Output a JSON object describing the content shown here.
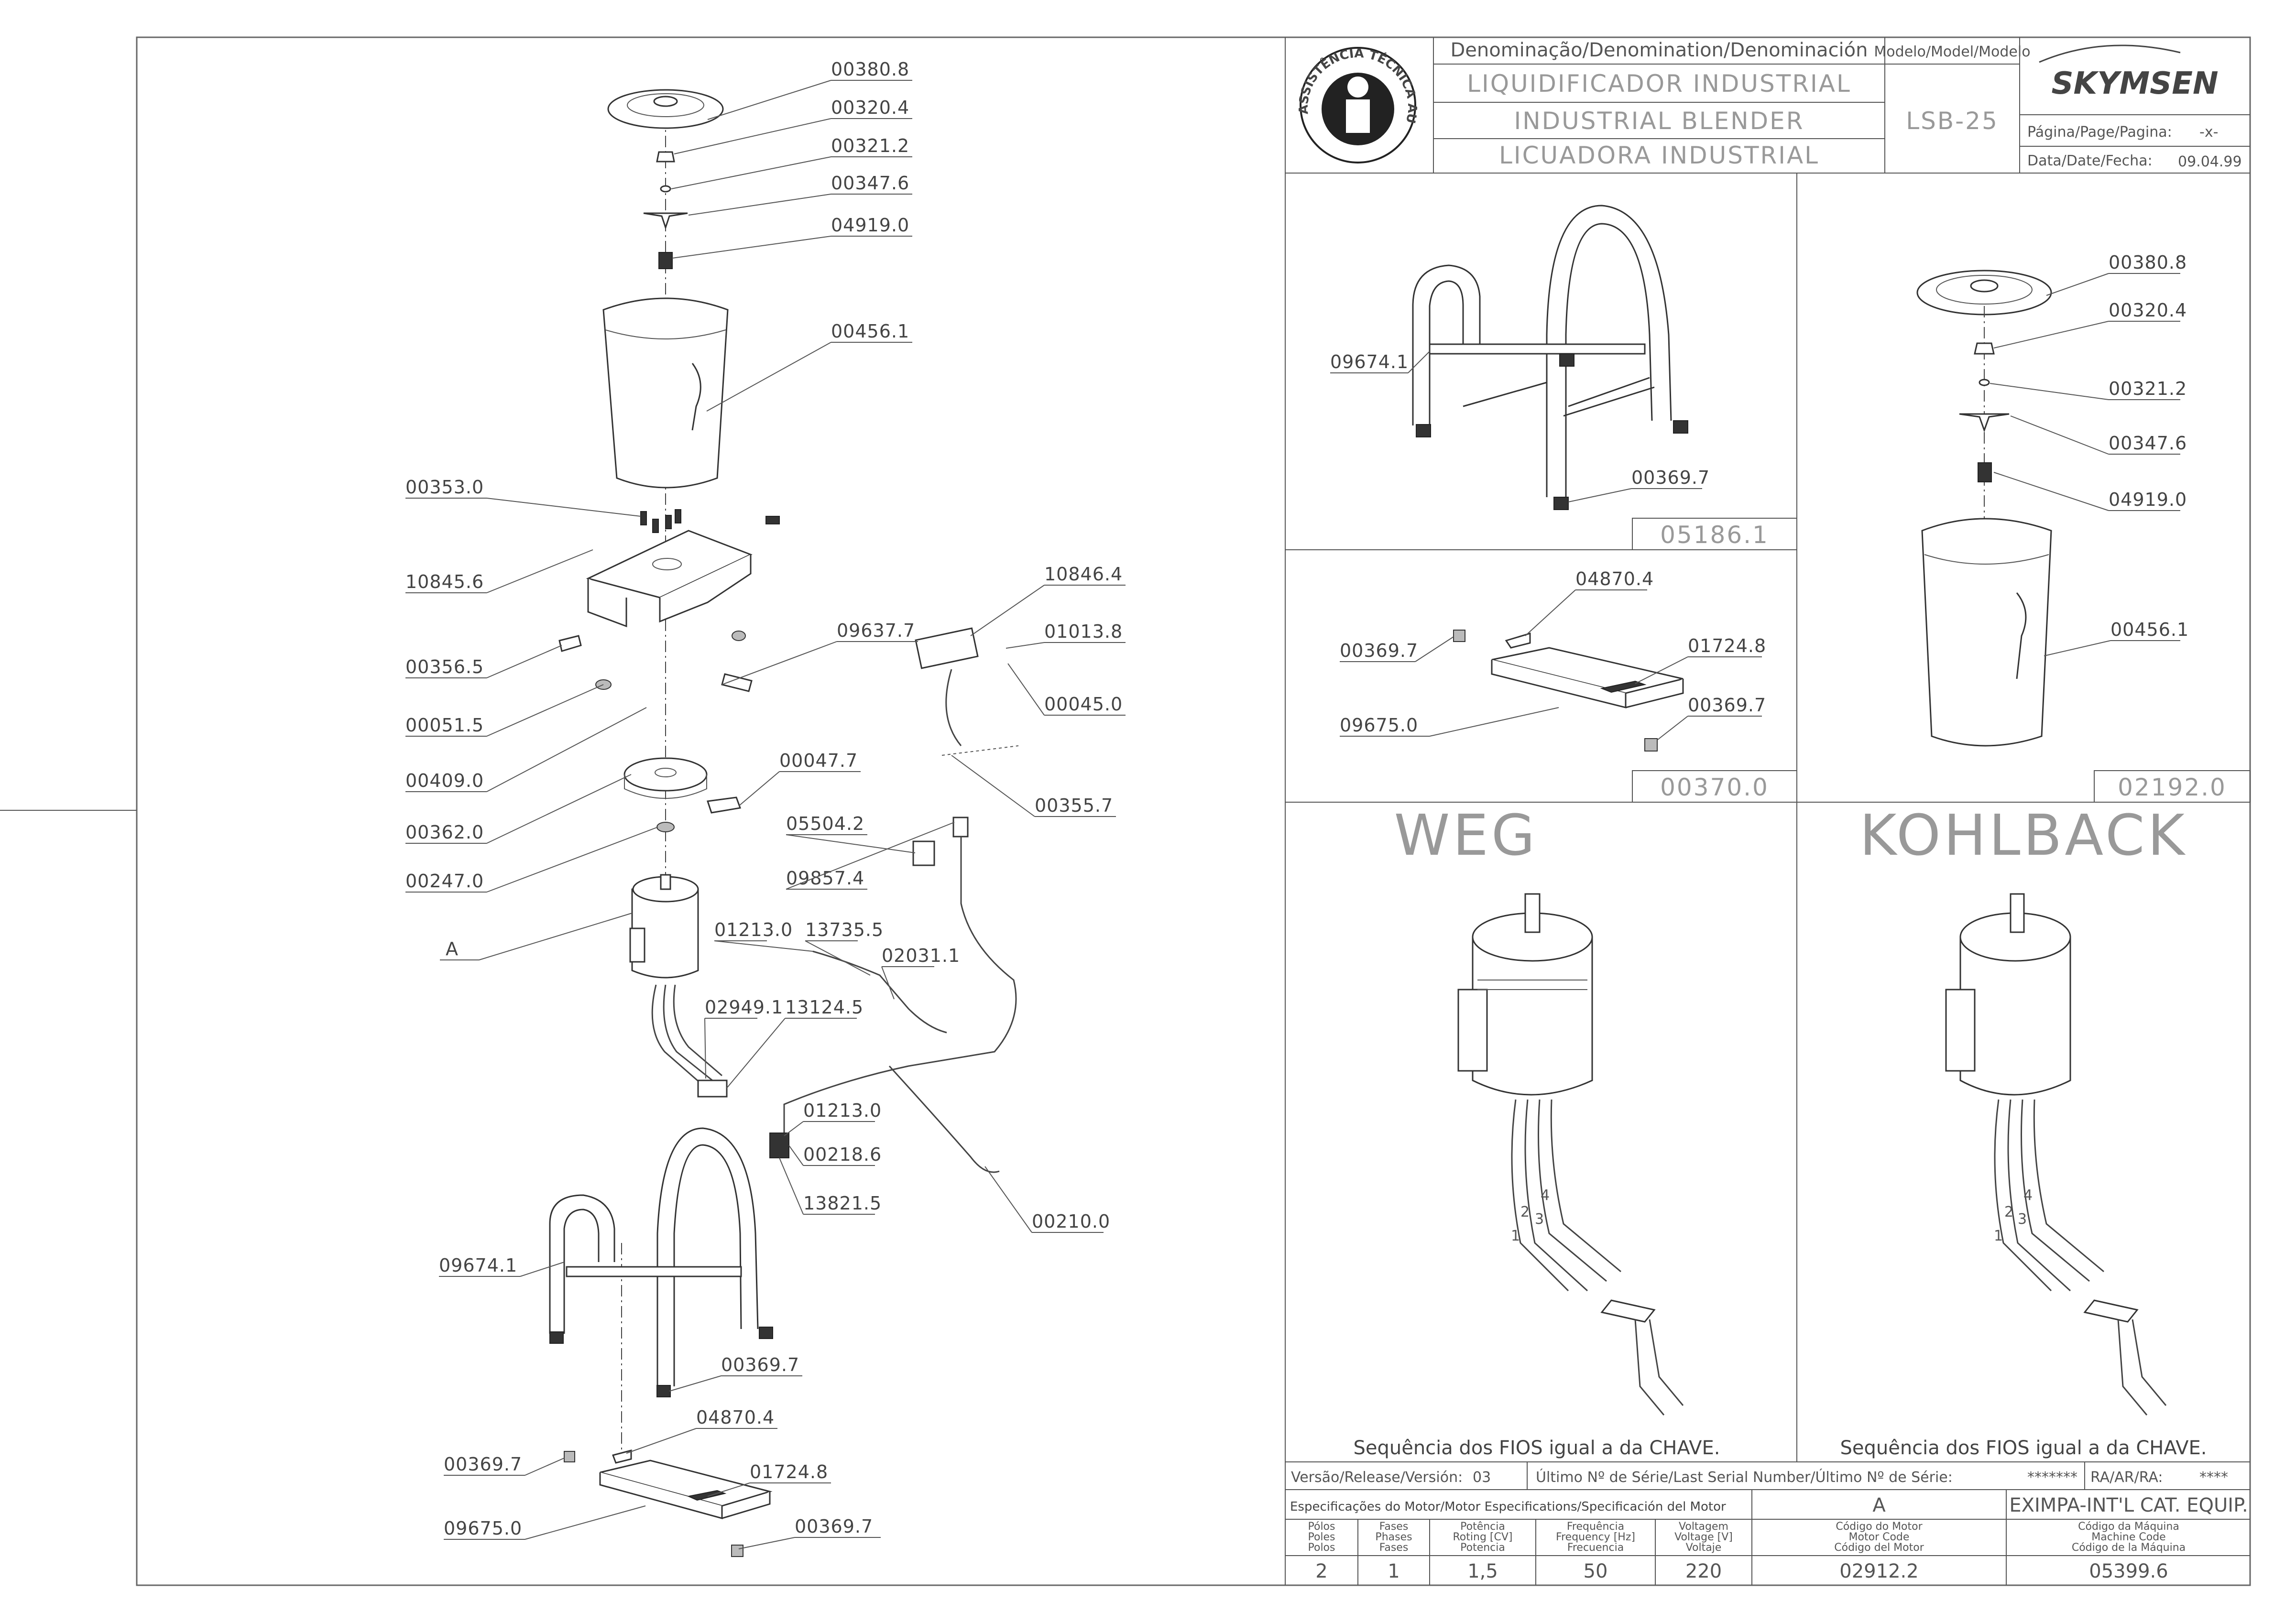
{
  "title_block": {
    "denomination_header": "Denominação/Denomination/Denominación",
    "name_pt": "LIQUIDIFICADOR INDUSTRIAL",
    "name_en": "INDUSTRIAL BLENDER",
    "name_es": "LICUADORA INDUSTRIAL",
    "model_header": "Modelo/Model/Modelo",
    "model": "LSB-25",
    "brand": "SKYMSEN",
    "page_label": "Página/Page/Pagina:",
    "page_value": "-x-",
    "date_label": "Data/Date/Fecha:",
    "date_value": "09.04.99",
    "badge_text": "ASSISTÊNCIA TÉCNICA AUTORIZADA"
  },
  "main_diagram": {
    "labels": [
      "00380.8",
      "00320.4",
      "00321.2",
      "00347.6",
      "04919.0",
      "00456.1",
      "00353.0",
      "10845.6",
      "00356.5",
      "00051.5",
      "00409.0",
      "00362.0",
      "00247.0",
      "A",
      "09637.7",
      "10846.4",
      "01013.8",
      "00045.0",
      "00355.7",
      "00047.7",
      "05504.2",
      "09857.4",
      "01213.0",
      "13735.5",
      "02031.1",
      "02949.1",
      "13124.5",
      "01213.0",
      "00218.6",
      "13821.5",
      "00210.0",
      "09674.1",
      "00369.7",
      "04870.4",
      "00369.7",
      "01724.8",
      "09675.0",
      "00369.7"
    ]
  },
  "panel_stand": {
    "labels": [
      "09674.1",
      "00369.7"
    ],
    "code": "05186.1"
  },
  "panel_base": {
    "labels": [
      "04870.4",
      "00369.7",
      "01724.8",
      "00369.7",
      "09675.0"
    ],
    "code": "00370.0"
  },
  "panel_cup": {
    "labels": [
      "00380.8",
      "00320.4",
      "00321.2",
      "00347.6",
      "04919.0",
      "00456.1"
    ],
    "code": "02192.0"
  },
  "motor_weg": {
    "title": "WEG",
    "caption": "Sequência dos FIOS igual a da CHAVE.",
    "wires": [
      "1",
      "2",
      "3",
      "4"
    ]
  },
  "motor_kohlback": {
    "title": "KOHLBACK",
    "caption": "Sequência dos FIOS igual a da CHAVE.",
    "wires": [
      "1",
      "2",
      "3",
      "4"
    ]
  },
  "release": {
    "label": "Versão/Release/Versión:",
    "value": "03",
    "serial_label": "Último Nº de Série/Last Serial Number/Último Nº de Série:",
    "serial_value": "*******",
    "ra_label": "RA/AR/RA:",
    "ra_value": "****"
  },
  "motor_spec": {
    "header": "Especificações do Motor/Motor Especifications/Specificación del Motor",
    "variant": "A",
    "equip": "EXIMPA-INT'L CAT. EQUIP.",
    "columns": [
      {
        "h1": "Pólos",
        "h2": "Poles",
        "h3": "Polos",
        "value": "2"
      },
      {
        "h1": "Fases",
        "h2": "Phases",
        "h3": "Fases",
        "value": "1"
      },
      {
        "h1": "Potência",
        "h2": "Roting [CV]",
        "h3": "Potencia",
        "value": "1,5"
      },
      {
        "h1": "Frequência",
        "h2": "Frequency [Hz]",
        "h3": "Frecuencia",
        "value": "50"
      },
      {
        "h1": "Voltagem",
        "h2": "Voltage [V]",
        "h3": "Voltaje",
        "value": "220"
      }
    ],
    "motor_code": {
      "h1": "Código do Motor",
      "h2": "Motor Code",
      "h3": "Código del Motor",
      "value": "02912.2"
    },
    "machine_code": {
      "h1": "Código da Máquina",
      "h2": "Machine Code",
      "h3": "Código de la Máquina",
      "value": "05399.6"
    }
  }
}
